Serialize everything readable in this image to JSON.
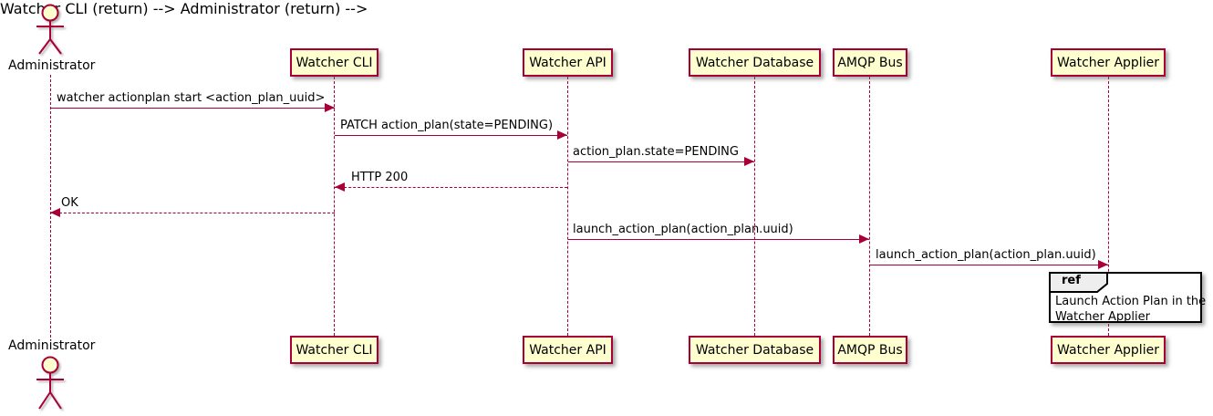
{
  "actor": {
    "name": "Administrator"
  },
  "participants": [
    {
      "name": "Watcher CLI"
    },
    {
      "name": "Watcher API"
    },
    {
      "name": "Watcher Database"
    },
    {
      "name": "AMQP Bus"
    },
    {
      "name": "Watcher Applier"
    }
  ],
  "messages": [
    {
      "from": "Administrator",
      "to": "Watcher CLI",
      "text": "watcher actionplan start <action_plan_uuid>",
      "style": "solid"
    },
    {
      "from": "Watcher CLI",
      "to": "Watcher API",
      "text": "PATCH action_plan(state=PENDING)",
      "style": "solid"
    },
    {
      "from": "Watcher API",
      "to": "Watcher Database",
      "text": "action_plan.state=PENDING",
      "style": "solid"
    },
    {
      "from": "Watcher API",
      "to": "Watcher CLI",
      "text": "HTTP 200",
      "style": "dashed"
    },
    {
      "from": "Watcher CLI",
      "to": "Administrator",
      "text": "OK",
      "style": "dashed"
    },
    {
      "from": "Watcher API",
      "to": "AMQP Bus",
      "text": "launch_action_plan(action_plan.uuid)",
      "style": "solid"
    },
    {
      "from": "AMQP Bus",
      "to": "Watcher Applier",
      "text": "launch_action_plan(action_plan.uuid)",
      "style": "solid"
    }
  ],
  "ref": {
    "label": "ref",
    "line1": "Launch Action Plan in the",
    "line2": "Watcher Applier"
  },
  "colors": {
    "participant_fill": "#FEFECE",
    "line": "#A80036",
    "ref_header_fill": "#EEEEEE",
    "ref_border": "#000000"
  }
}
